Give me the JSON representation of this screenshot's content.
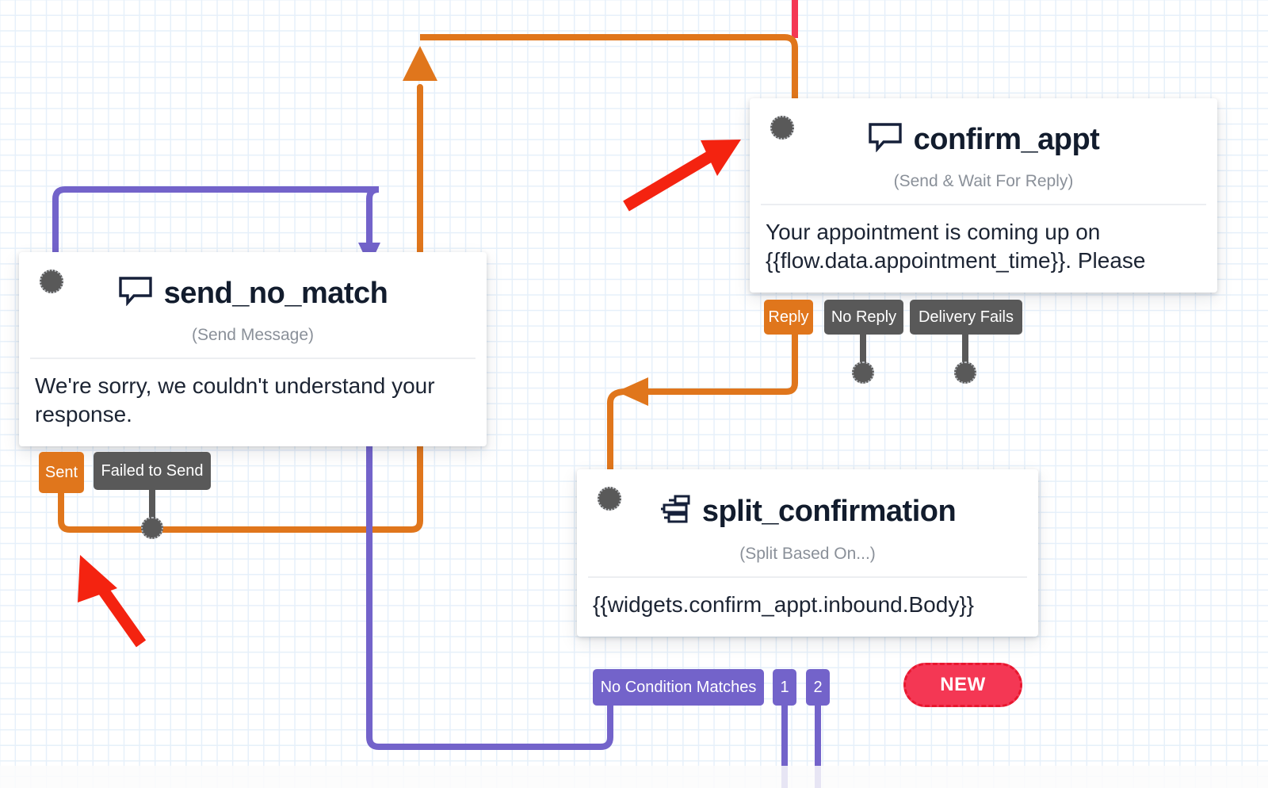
{
  "canvas": {
    "grid": true,
    "background_color": "#ffffff",
    "grid_color": "#e6f0fa"
  },
  "colors": {
    "orange": "#e0761c",
    "gray": "#595959",
    "purple": "#7363ca",
    "pink": "#f43754",
    "annotation_red": "#f42310",
    "title": "#121c2d",
    "subtitle": "#8a9099"
  },
  "nodes": [
    {
      "id": "send_no_match",
      "title": "send_no_match",
      "icon": "chat-bubble-icon",
      "subtitle": "(Send Message)",
      "body": "We're sorry, we couldn't understand your response.",
      "outputs": [
        {
          "label": "Sent",
          "color": "orange"
        },
        {
          "label": "Failed to Send",
          "color": "gray"
        }
      ]
    },
    {
      "id": "confirm_appt",
      "title": "confirm_appt",
      "icon": "chat-bubble-icon",
      "subtitle": "(Send & Wait For Reply)",
      "body": "Your appointment is coming up on {{flow.data.appointment_time}}. Please",
      "outputs": [
        {
          "label": "Reply",
          "color": "orange"
        },
        {
          "label": "No Reply",
          "color": "gray"
        },
        {
          "label": "Delivery Fails",
          "color": "gray"
        }
      ]
    },
    {
      "id": "split_confirmation",
      "title": "split_confirmation",
      "icon": "split-icon",
      "subtitle": "(Split Based On...)",
      "body": "{{widgets.confirm_appt.inbound.Body}}",
      "outputs": [
        {
          "label": "No Condition Matches",
          "color": "purple"
        },
        {
          "label": "1",
          "color": "purple"
        },
        {
          "label": "2",
          "color": "purple"
        }
      ],
      "badge": "NEW"
    }
  ],
  "annotations": [
    {
      "name": "red-arrow-to-confirm-appt",
      "direction": "up-right"
    },
    {
      "name": "red-arrow-to-send-no-match-output",
      "direction": "up-left"
    }
  ]
}
